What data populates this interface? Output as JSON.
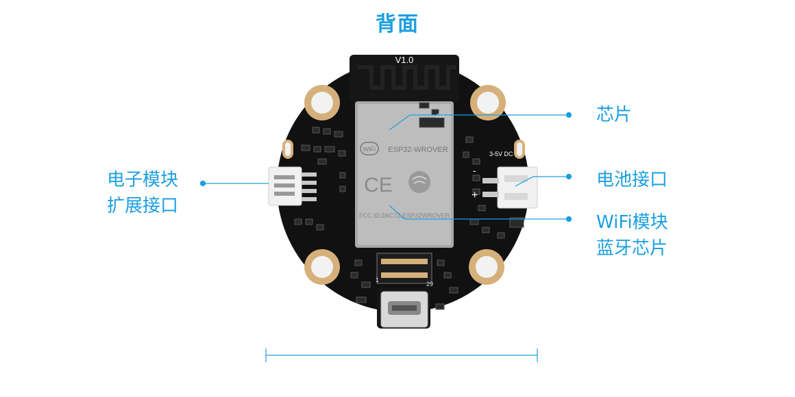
{
  "title": "背面",
  "accent": "#1a9fe0",
  "board": {
    "version": "V1.0",
    "module_name": "ESP32-WROVER",
    "wifi_logo": "WiFi",
    "fcc_id": "FCC ID:2AC7Z-ESP32WROVER",
    "power_label": "3-5V DC",
    "plus_sign": "+",
    "minus_sign": "-",
    "pin_1": "1",
    "pin_29": "29",
    "j_label": "J19",
    "ce_mark": "CE"
  },
  "callouts": {
    "chip": "芯片",
    "battery": "电池接口",
    "wifi_bt": [
      "WiFi模块",
      "蓝牙芯片"
    ],
    "expansion": [
      "电子模块",
      "扩展接口"
    ]
  }
}
